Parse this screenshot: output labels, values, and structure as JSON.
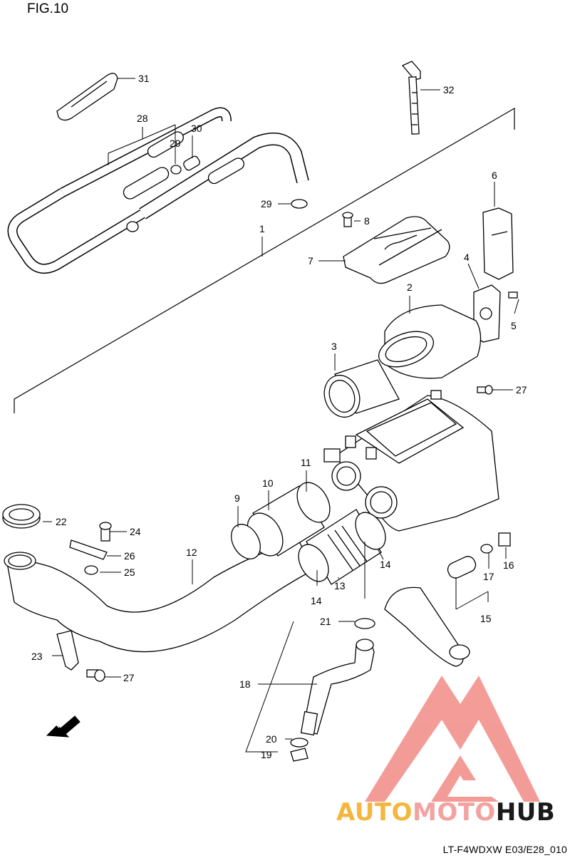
{
  "figure": {
    "title": "FIG.10",
    "code": "LT-F4WDXW E03/E28_010"
  },
  "watermark": {
    "part_a": "AUTO",
    "part_b": "MOTO",
    "part_c": "HUB",
    "color_a": "#f4b63e",
    "color_b": "#f2a3a1",
    "color_c": "#1a1a1a",
    "logo_color": "#f28b86"
  },
  "fwd_arrow_label": "FWD",
  "callouts": {
    "c1": "1",
    "c2": "2",
    "c3": "3",
    "c4": "4",
    "c5": "5",
    "c6": "6",
    "c7": "7",
    "c8": "8",
    "c9": "9",
    "c10": "10",
    "c11": "11",
    "c12": "12",
    "c13": "13",
    "c14a": "14",
    "c14b": "14",
    "c15": "15",
    "c16": "16",
    "c17": "17",
    "c18": "18",
    "c19": "19",
    "c20": "20",
    "c21": "21",
    "c22": "22",
    "c23": "23",
    "c24": "24",
    "c25": "25",
    "c26": "26",
    "c27a": "27",
    "c27b": "27",
    "c28": "28",
    "c29a": "29",
    "c29b": "29",
    "c30": "30",
    "c31": "31",
    "c32": "32"
  }
}
